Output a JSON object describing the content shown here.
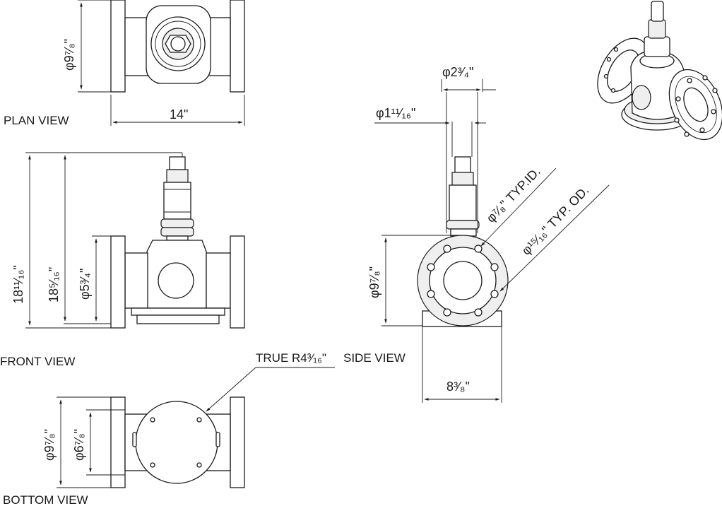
{
  "views": {
    "plan": "PLAN VIEW",
    "front": "FRONT VIEW",
    "side": "SIDE VIEW",
    "bottom": "BOTTOM VIEW"
  },
  "dimensions": {
    "plan_diameter": "φ9⁷⁄₈\"",
    "plan_length": "14\"",
    "front_total_height": "18¹¹⁄₁₆\"",
    "front_body_height": "18⁵⁄₁₆\"",
    "front_port_diameter": "φ5³⁄₄\"",
    "side_top_diameter": "φ2³⁄₄\"",
    "side_stem_diameter": "φ1¹¹⁄₁₆\"",
    "side_flange_diameter": "φ9⁷⁄₈\"",
    "side_bolt_id": "φ⁷⁄₈\" TYP.ID.",
    "side_bolt_od": "φ¹⁵⁄₁₆\" TYP. OD.",
    "side_base_width": "8³⁄₈\"",
    "bottom_radius": "TRUE R4³⁄₁₆\"",
    "bottom_flange_diameter": "φ9⁷⁄₈\"",
    "bottom_plate_diameter": "φ6⁷⁄₈\""
  }
}
